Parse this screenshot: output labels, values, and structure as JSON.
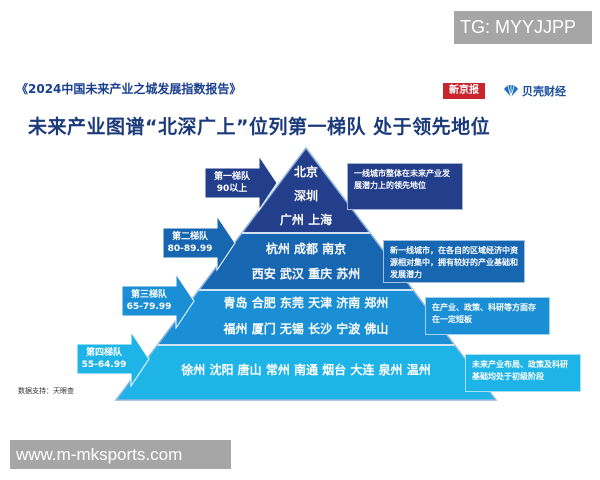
{
  "overlay": {
    "tg_label": "TG: MYYJJPP",
    "site_label": "www.m-mksports.com"
  },
  "header": {
    "report_title": "《2024中国未来产业之城发展指数报告》",
    "main_title": "未来产业图谱“北深广上”位列第一梯队 处于领先地位",
    "logo_xjb": "新京报",
    "logo_bk": "贝壳财经"
  },
  "tiers": [
    {
      "name": "第一梯队",
      "range": "90以上",
      "color": "#233f8c",
      "city_lines": [
        "北京",
        "深圳",
        "广州 上海"
      ],
      "note": "一线城市整体在未来产业发展潜力上的领先地位"
    },
    {
      "name": "第二梯队",
      "range": "80-89.99",
      "color": "#1766b2",
      "city_lines": [
        "杭州 成都 南京",
        "西安 武汉 重庆 苏州"
      ],
      "note": "新一线城市，在各自的区域经济中资源相对集中，拥有较好的产业基础和发展潜力"
    },
    {
      "name": "第三梯队",
      "range": "65-79.99",
      "color": "#1a8fd5",
      "city_lines": [
        "青岛 合肥 东莞 天津 济南 郑州",
        "福州 厦门 无锡 长沙 宁波 佛山"
      ],
      "note": "在产业、政策、科研等方面存在一定短板"
    },
    {
      "name": "第四梯队",
      "range": "55-64.99",
      "color": "#1fb4e8",
      "city_lines": [
        "徐州 沈阳 唐山 常州 南通 烟台 大连 泉州 温州"
      ],
      "note": "未来产业布局、政策及科研基础均处于初级阶段"
    }
  ],
  "source": "数据支持：天眼查"
}
